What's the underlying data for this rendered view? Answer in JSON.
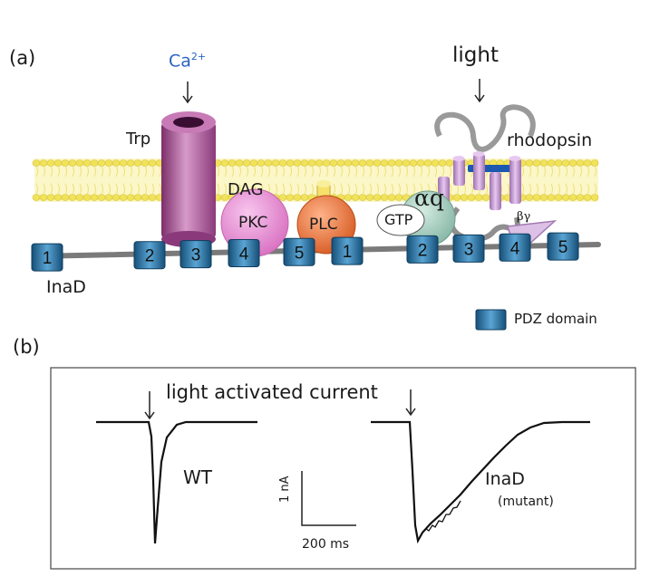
{
  "panel_a_label": "(a)",
  "panel_b_label": "(b)",
  "ca_label": "Ca",
  "ca_charge": "2+",
  "light_label": "light",
  "trp_label": "Trp",
  "rhodopsin_label": "rhodopsin",
  "dag_label": "DAG",
  "pkc_label": "PKC",
  "plc_label": "PLC",
  "gtp_label": "GTP",
  "alpha_q_label": "αq",
  "beta_gamma_label": "βγ",
  "inad_label": "InaD",
  "pdz_legend_label": "PDZ domain",
  "pdz_domains_left": [
    "1",
    "2",
    "3",
    "4",
    "5"
  ],
  "pdz_domains_right": [
    "1",
    "2",
    "3",
    "4",
    "5"
  ],
  "trace_title": "light activated current",
  "wt_label": "WT",
  "inad_mutant_label": "InaD",
  "mutant_label": "(mutant)",
  "scale_current_label": "1 nA",
  "scale_time_label": "200 ms",
  "colors": {
    "pdz_blue": "#1e6a9e",
    "membrane_yellow": "#f2e86a",
    "trp_purple": "#a0508f",
    "pkc_pink": "#e58ad0",
    "plc_orange": "#e8733a",
    "alpha_q_green": "#9fc7b8",
    "rhodopsin_lilac": "#c9a0d6",
    "ca_blue": "#2a63c4"
  }
}
